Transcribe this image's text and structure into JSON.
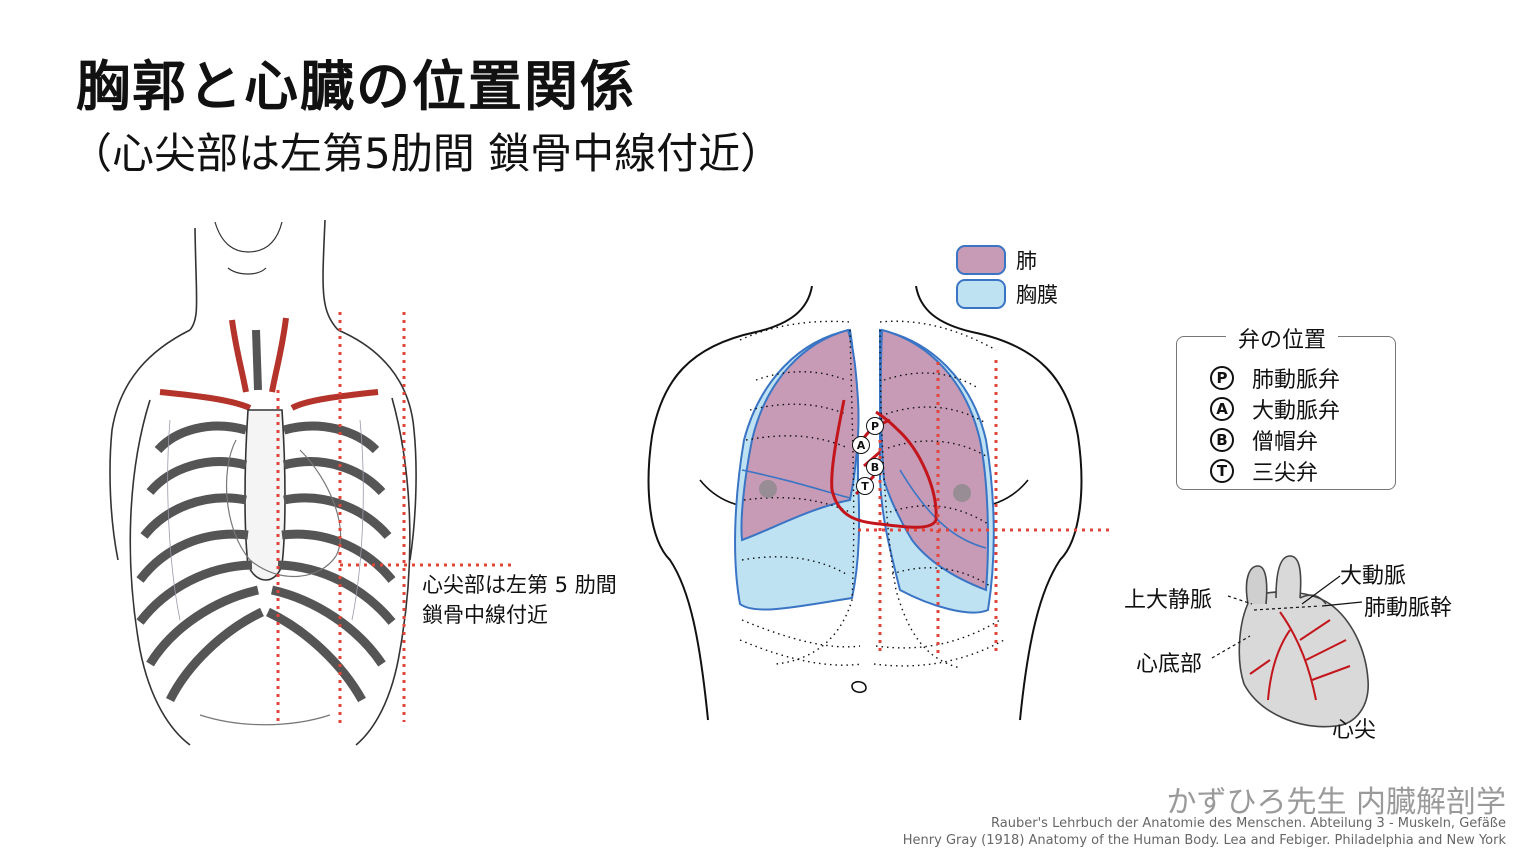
{
  "title": "胸郭と心臓の位置関係",
  "subtitle": "（心尖部は左第5肋間 鎖骨中線付近）",
  "ribcage": {
    "apex_note_line1": "心尖部は左第 5 肋間",
    "apex_note_line2": "鎖骨中線付近"
  },
  "legend": {
    "lung": "肺",
    "pleura": "胸膜",
    "lung_color": "#c79bb6",
    "pleura_color": "#bfe2f3"
  },
  "valves": {
    "title": "弁の位置",
    "items": [
      {
        "mark": "P",
        "label": "肺動脈弁"
      },
      {
        "mark": "A",
        "label": "大動脈弁"
      },
      {
        "mark": "B",
        "label": "僧帽弁"
      },
      {
        "mark": "T",
        "label": "三尖弁"
      }
    ]
  },
  "heart": {
    "aorta": "大動脈",
    "svc": "上大静脈",
    "pulmonary_trunk": "肺動脈幹",
    "base": "心底部",
    "apex": "心尖"
  },
  "colors": {
    "reference_line": "#e0443a",
    "vessel": "#c3161c",
    "outline": "#3a74c4"
  },
  "footer": {
    "brand": "かずひろ先生 内臓解剖学",
    "credit1": "Rauber's Lehrbuch der Anatomie des Menschen. Abteilung 3 - Muskeln, Gefäße",
    "credit2": "Henry Gray (1918) Anatomy of the Human Body. Lea and Febiger. Philadelphia and New York"
  }
}
